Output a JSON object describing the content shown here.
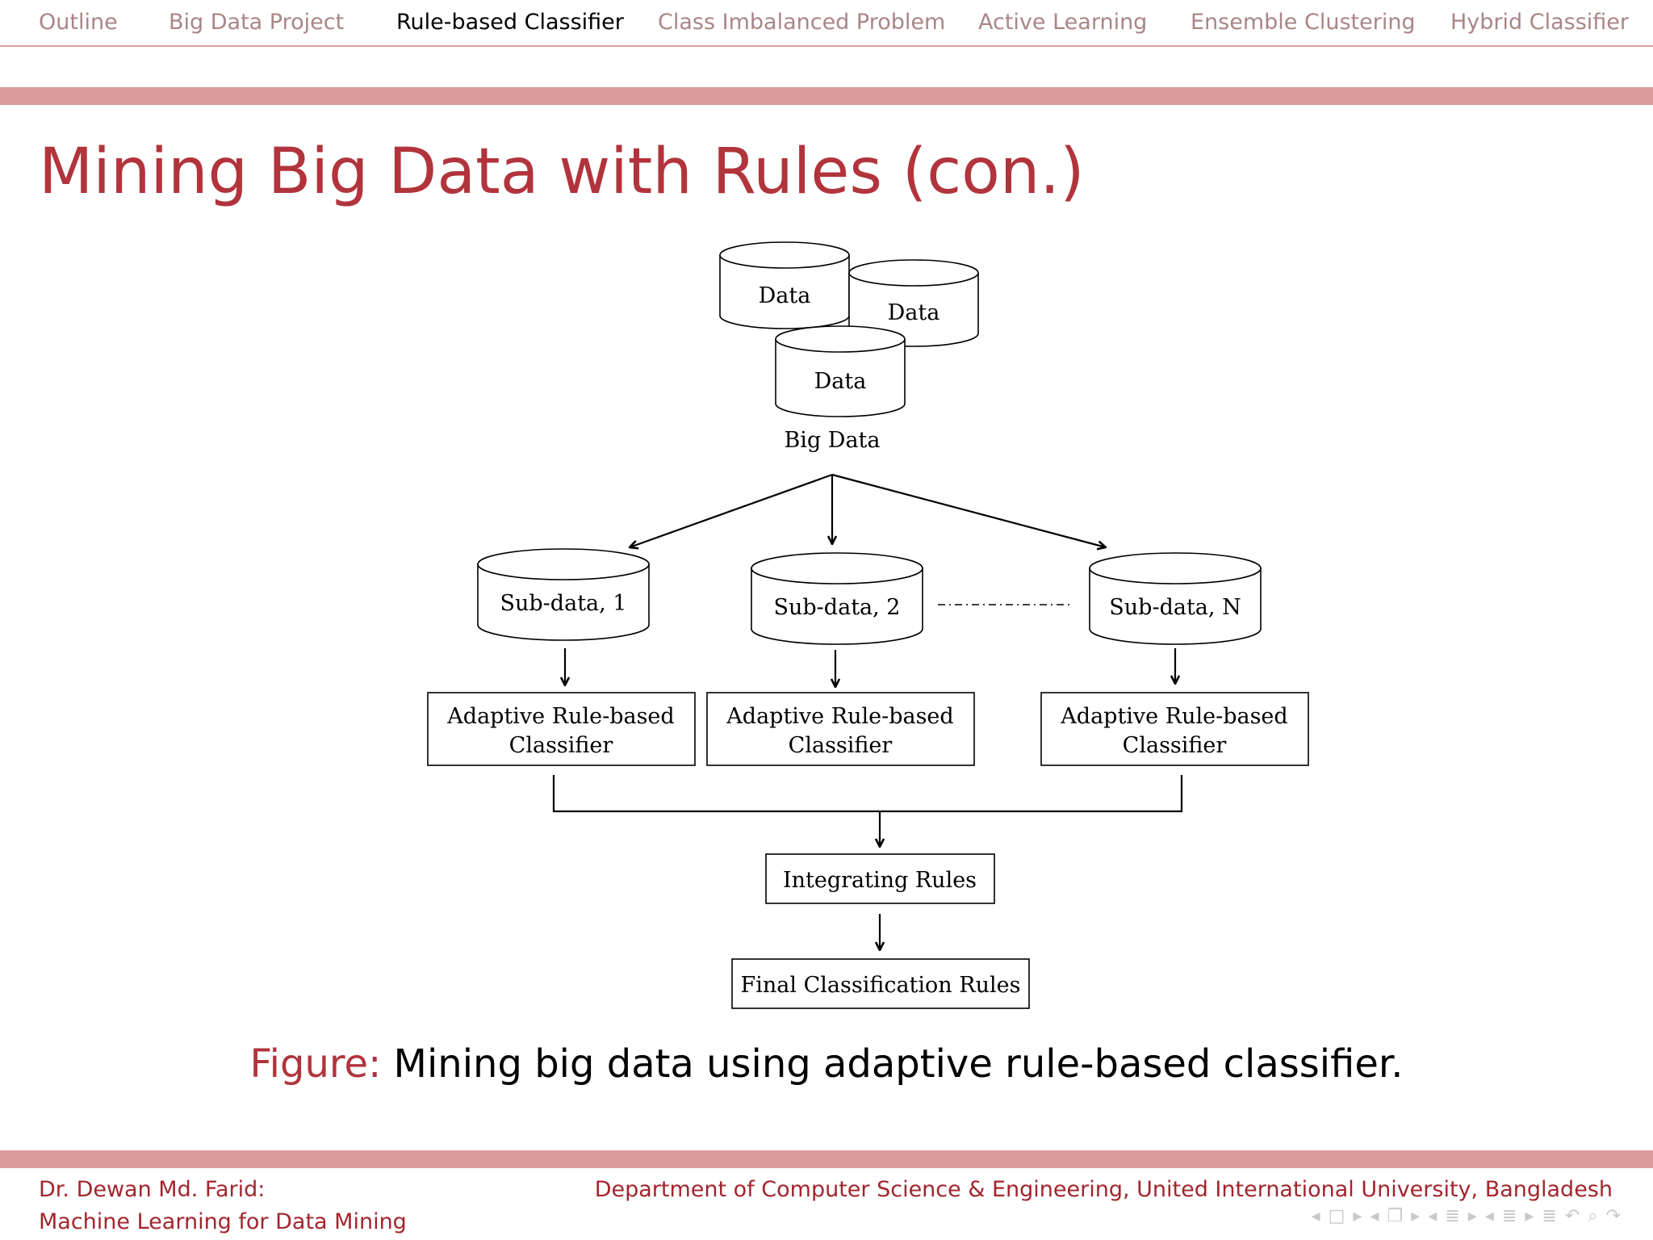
{
  "nav": {
    "items": [
      {
        "label": "Outline"
      },
      {
        "label": "Big Data Project"
      },
      {
        "label": "Rule-based Classifier"
      },
      {
        "label": "Class Imbalanced Problem"
      },
      {
        "label": "Active Learning"
      },
      {
        "label": "Ensemble Clustering"
      },
      {
        "label": "Hybrid Classifier"
      }
    ],
    "active_index": 2
  },
  "slide": {
    "title": "Mining Big Data with Rules (con.)"
  },
  "diagram": {
    "data_store_label": "Data",
    "big_data_label": "Big Data",
    "subdata_labels": [
      "Sub-data, 1",
      "Sub-data, 2",
      "Sub-data, N"
    ],
    "classifier_label_line1": "Adaptive Rule-based",
    "classifier_label_line2": "Classifier",
    "integrating_label": "Integrating Rules",
    "final_label": "Final Classification Rules"
  },
  "caption": {
    "label": "Figure:",
    "text": "Mining big data using adaptive rule-based classifier."
  },
  "footer": {
    "author": "Dr. Dewan Md. Farid:",
    "course": "Machine Learning for Data Mining",
    "department": "Department of Computer Science & Engineering, United International University, Bangladesh"
  },
  "nav_controls": {
    "icons": [
      "prev-frame-icon",
      "frame-icon",
      "next-frame-icon",
      "prev-slide-icon",
      "slide-icon",
      "next-slide-icon",
      "prev-section-icon",
      "section-icon",
      "next-section-icon",
      "prev-subsection-icon",
      "subsection-icon",
      "next-subsection-icon",
      "toc-icon",
      "back-icon",
      "search-icon",
      "forward-icon"
    ]
  },
  "colors": {
    "accent": "#b1343c",
    "bar": "#d99a9c",
    "nav_inactive": "#a98686",
    "footer_text": "#a3252d"
  }
}
